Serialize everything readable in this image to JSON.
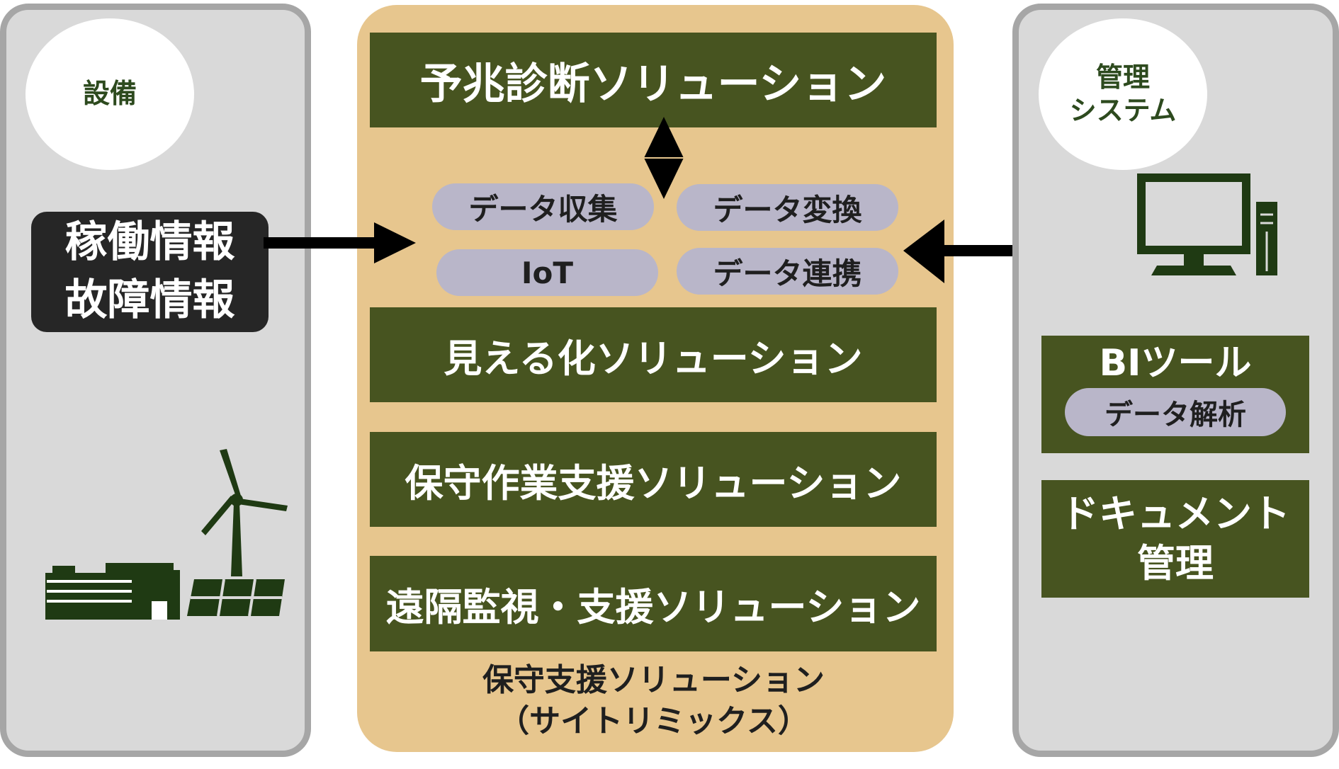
{
  "left_panel": {
    "circle_label": "設備",
    "info_lines": [
      "稼働情報",
      "故障情報"
    ],
    "icons": [
      "factory-icon",
      "wind-turbine-icon",
      "solar-panel-icon"
    ]
  },
  "center_panel": {
    "top_solution": "予兆診断ソリューション",
    "pills": [
      "データ収集",
      "データ変換",
      "IoT",
      "データ連携"
    ],
    "solutions": [
      "見える化ソリューション",
      "保守作業支援ソリューション",
      "遠隔監視・支援ソリューション"
    ],
    "caption_lines": [
      "保守支援ソリューション",
      "（サイトリミックス）"
    ]
  },
  "right_panel": {
    "circle_lines": [
      "管理",
      "システム"
    ],
    "icon": "desktop-computer-icon",
    "bi_box": {
      "title": "BIツール",
      "pill": "データ解析"
    },
    "doc_box_lines": [
      "ドキュメント",
      "管理"
    ]
  },
  "colors": {
    "panel_gray": "#d9d9d9",
    "panel_border": "#a6a6a6",
    "panel_tan": "#e7c68e",
    "green": "#475420",
    "dark_green_icon": "#1f3a13",
    "pill": "#b9b6c9",
    "dark_box": "#262626"
  }
}
